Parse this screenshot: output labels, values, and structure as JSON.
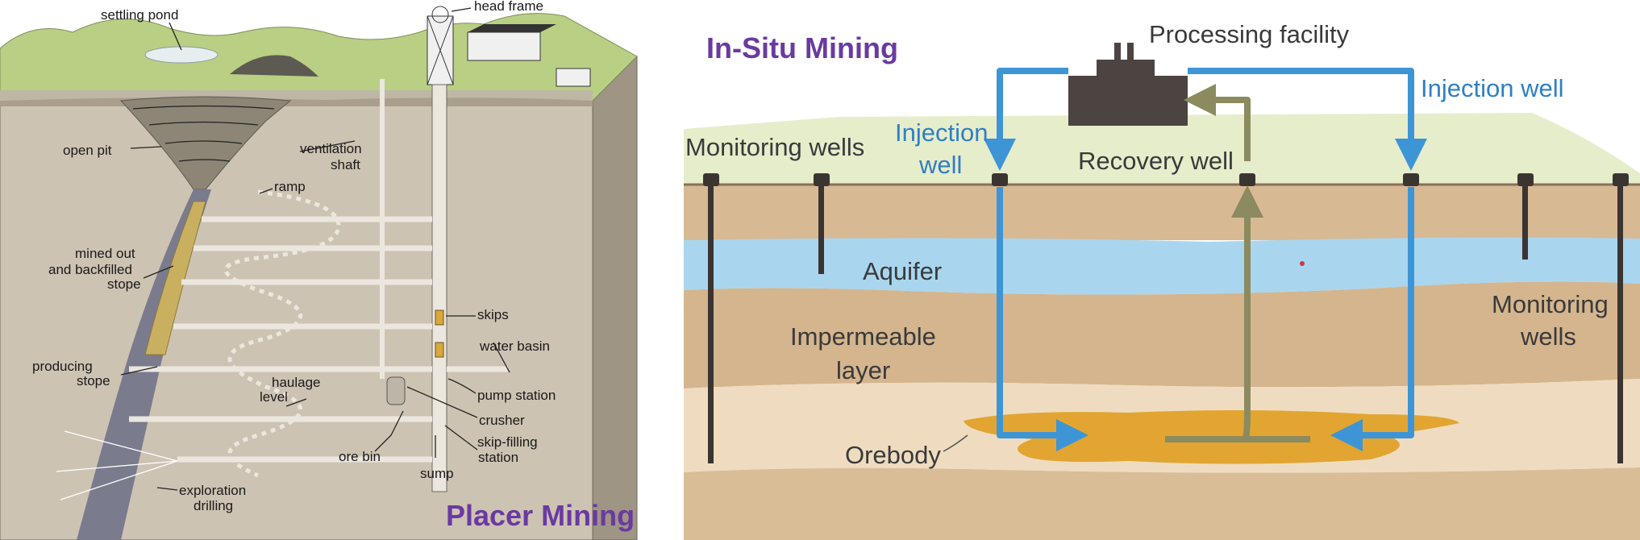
{
  "left_diagram": {
    "caption": "Placer Mining",
    "labels": {
      "settling_pond": "settling pond",
      "head_frame": "head frame",
      "open_pit": "open pit",
      "ventilation_line1": "ventilation",
      "ventilation_line2": "shaft",
      "ramp": "ramp",
      "mined_line1": "mined out",
      "mined_line2": "and backfilled",
      "mined_line3": "stope",
      "skips": "skips",
      "water_basin": "water basin",
      "producing_line1": "producing",
      "producing_line2": "stope",
      "haulage_line1": "haulage",
      "haulage_line2": "level",
      "pump_station": "pump station",
      "crusher": "crusher",
      "ore_bin": "ore bin",
      "skip_filling_line1": "skip-filling",
      "skip_filling_line2": "station",
      "sump": "sump",
      "exploration_line1": "exploration",
      "exploration_line2": "drilling"
    }
  },
  "right_diagram": {
    "caption": "In-Situ Mining",
    "labels": {
      "processing_facility": "Processing facility",
      "injection_well_right": "Injection well",
      "injection_well_left_line1": "Injection",
      "injection_well_left_line2": "well",
      "monitoring_wells_left": "Monitoring wells",
      "recovery_well": "Recovery well",
      "aquifer": "Aquifer",
      "impermeable_line1": "Impermeable",
      "impermeable_line2": "layer",
      "monitoring_wells_right_line1": "Monitoring",
      "monitoring_wells_right_line2": "wells",
      "orebody": "Orebody"
    }
  },
  "colors": {
    "injection_flow": "#3d95d6",
    "recovery_flow": "#8c8a5f",
    "aquifer": "#a9d6ee",
    "orebody": "#e2a532",
    "caption": "#6a3aa0"
  }
}
